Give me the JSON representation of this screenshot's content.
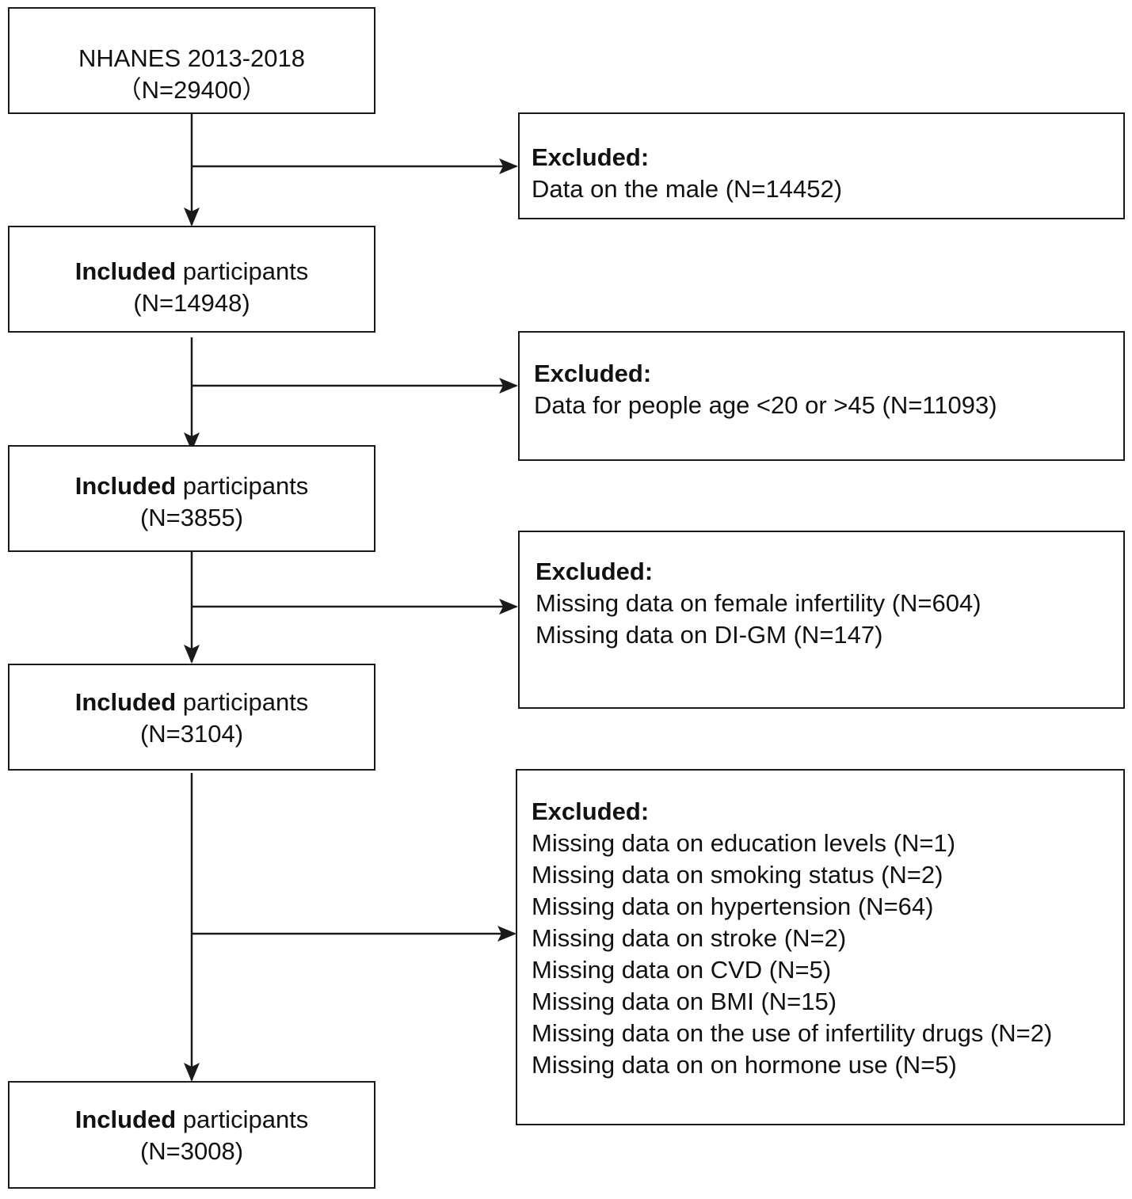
{
  "start": {
    "title": "NHANES 2013-2018",
    "count": "（N=29400）"
  },
  "included": [
    {
      "label_bold": "Included",
      "label_rest": " participants",
      "count": "(N=14948)"
    },
    {
      "label_bold": "Included",
      "label_rest": " participants",
      "count": "(N=3855)"
    },
    {
      "label_bold": "Included",
      "label_rest": " participants",
      "count": "(N=3104)"
    },
    {
      "label_bold": "Included",
      "label_rest": " participants",
      "count": "(N=3008)"
    }
  ],
  "excluded": [
    {
      "heading": "Excluded:",
      "items": [
        "Data on the male  (N=14452)"
      ]
    },
    {
      "heading": "Excluded:",
      "items": [
        "Data for people age <20 or >45 (N=11093)"
      ]
    },
    {
      "heading": "Excluded:",
      "items": [
        "Missing data on female infertility (N=604)",
        "Missing data on DI-GM (N=147)"
      ]
    },
    {
      "heading": "Excluded:",
      "items": [
        "Missing data on education levels (N=1)",
        "Missing data on smoking status (N=2)",
        "Missing data on hypertension (N=64)",
        "Missing data on stroke (N=2)",
        "Missing data on CVD (N=5)",
        "Missing data on BMI (N=15)",
        "Missing data on  the use of infertility drugs (N=2)",
        "Missing data on  on hormone use (N=5)"
      ]
    }
  ]
}
